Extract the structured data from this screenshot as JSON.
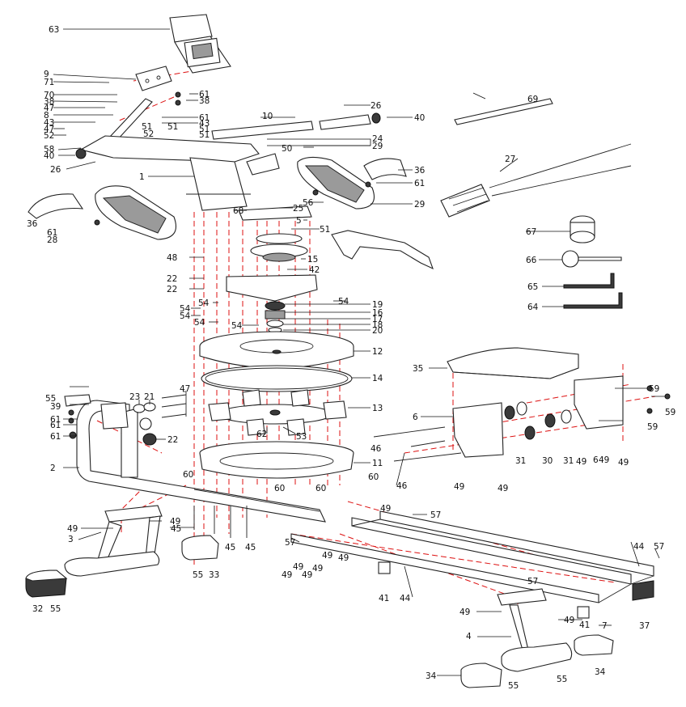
{
  "parts": {
    "p1": "1",
    "p2": "2",
    "p3": "3",
    "p4": "4",
    "p5": "5",
    "p6a": "6",
    "p6b": "6",
    "p7": "7",
    "p8": "8",
    "p9": "9",
    "p10": "10",
    "p11": "11",
    "p12": "12",
    "p13": "13",
    "p14": "14",
    "p15": "15",
    "p16": "16",
    "p17": "17",
    "p18": "18",
    "p19": "19",
    "p20": "20",
    "p21": "21",
    "p22a": "22",
    "p22b": "22",
    "p22c": "22",
    "p23": "23",
    "p24": "24",
    "p25": "25",
    "p26a": "26",
    "p26b": "26",
    "p27": "27",
    "p28": "28",
    "p29a": "29",
    "p29b": "29",
    "p30": "30",
    "p31a": "31",
    "p31b": "31",
    "p32": "32",
    "p33": "33",
    "p34a": "34",
    "p34b": "34",
    "p35": "35",
    "p36a": "36",
    "p36b": "36",
    "p37": "37",
    "p38a": "38",
    "p38b": "38",
    "p39": "39",
    "p40a": "40",
    "p40b": "40",
    "p41a": "41",
    "p41b": "41",
    "p42": "42",
    "p43a": "43",
    "p43b": "43",
    "p44a": "44",
    "p44b": "44",
    "p45a": "45",
    "p45b": "45",
    "p45c": "45",
    "p46a": "46",
    "p46b": "46",
    "p47a": "47",
    "p47b": "47",
    "p48": "48",
    "p49a": "49",
    "p49b": "49",
    "p49c": "49",
    "p49d": "49",
    "p49e": "49",
    "p49f": "49",
    "p49g": "49",
    "p49h": "49",
    "p49i": "49",
    "p49j": "49",
    "p49k": "49",
    "p49l": "49",
    "p49m": "49",
    "p49n": "49",
    "p49o": "49",
    "p50": "50",
    "p51a": "51",
    "p51b": "51",
    "p51c": "51",
    "p51d": "51",
    "p51e": "51",
    "p52a": "52",
    "p52b": "52",
    "p53": "53",
    "p54a": "54",
    "p54b": "54",
    "p54c": "54",
    "p54d": "54",
    "p54e": "54",
    "p54f": "54",
    "p55a": "55",
    "p55b": "55",
    "p55c": "55",
    "p55d": "55",
    "p55e": "55",
    "p56": "56",
    "p57a": "57",
    "p57b": "57",
    "p57c": "57",
    "p57d": "57",
    "p58": "58",
    "p59a": "59",
    "p59b": "59",
    "p59c": "59",
    "p60a": "60",
    "p60b": "60",
    "p60c": "60",
    "p60d": "60",
    "p61a": "61",
    "p61b": "61",
    "p61c": "61",
    "p61d": "61",
    "p61e": "61",
    "p61f": "61",
    "p61g": "61",
    "p62": "62",
    "p63": "63",
    "p64": "64",
    "p65": "65",
    "p66": "66",
    "p67": "67",
    "p68": "68",
    "p69": "69",
    "p70": "70",
    "p71": "71"
  }
}
